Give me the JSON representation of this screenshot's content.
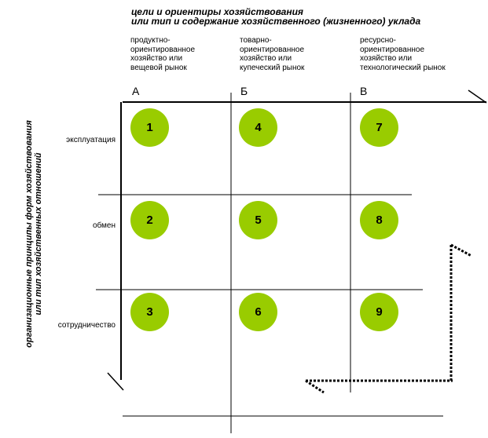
{
  "header": {
    "title_line1": "цели и ориентиры хозяйствования",
    "title_line2": "или тип и содержание хозяйственного (жизненного) уклада"
  },
  "vertical_axis": {
    "title_line1": "организационные принципы форм хозяйствования",
    "title_line2": "или тип хозяйственных отношений"
  },
  "columns": [
    {
      "letter": "А",
      "description": "продуктно-\nориентированное\nхозяйство или\nвещевой рынок"
    },
    {
      "letter": "Б",
      "description": "товарно-\nориентированное\nхозяйство или\nкупеческий рынок"
    },
    {
      "letter": "В",
      "description": "ресурсно-\nориентированное\nхозяйство или\nтехнологический  рынок"
    }
  ],
  "rows": [
    {
      "label": "эксплуатация"
    },
    {
      "label": "обмен"
    },
    {
      "label": "сотрудничество"
    }
  ],
  "cells": [
    "1",
    "2",
    "3",
    "4",
    "5",
    "6",
    "7",
    "8",
    "9"
  ],
  "colors": {
    "circle_fill": "#99cc00",
    "line": "#000000"
  }
}
